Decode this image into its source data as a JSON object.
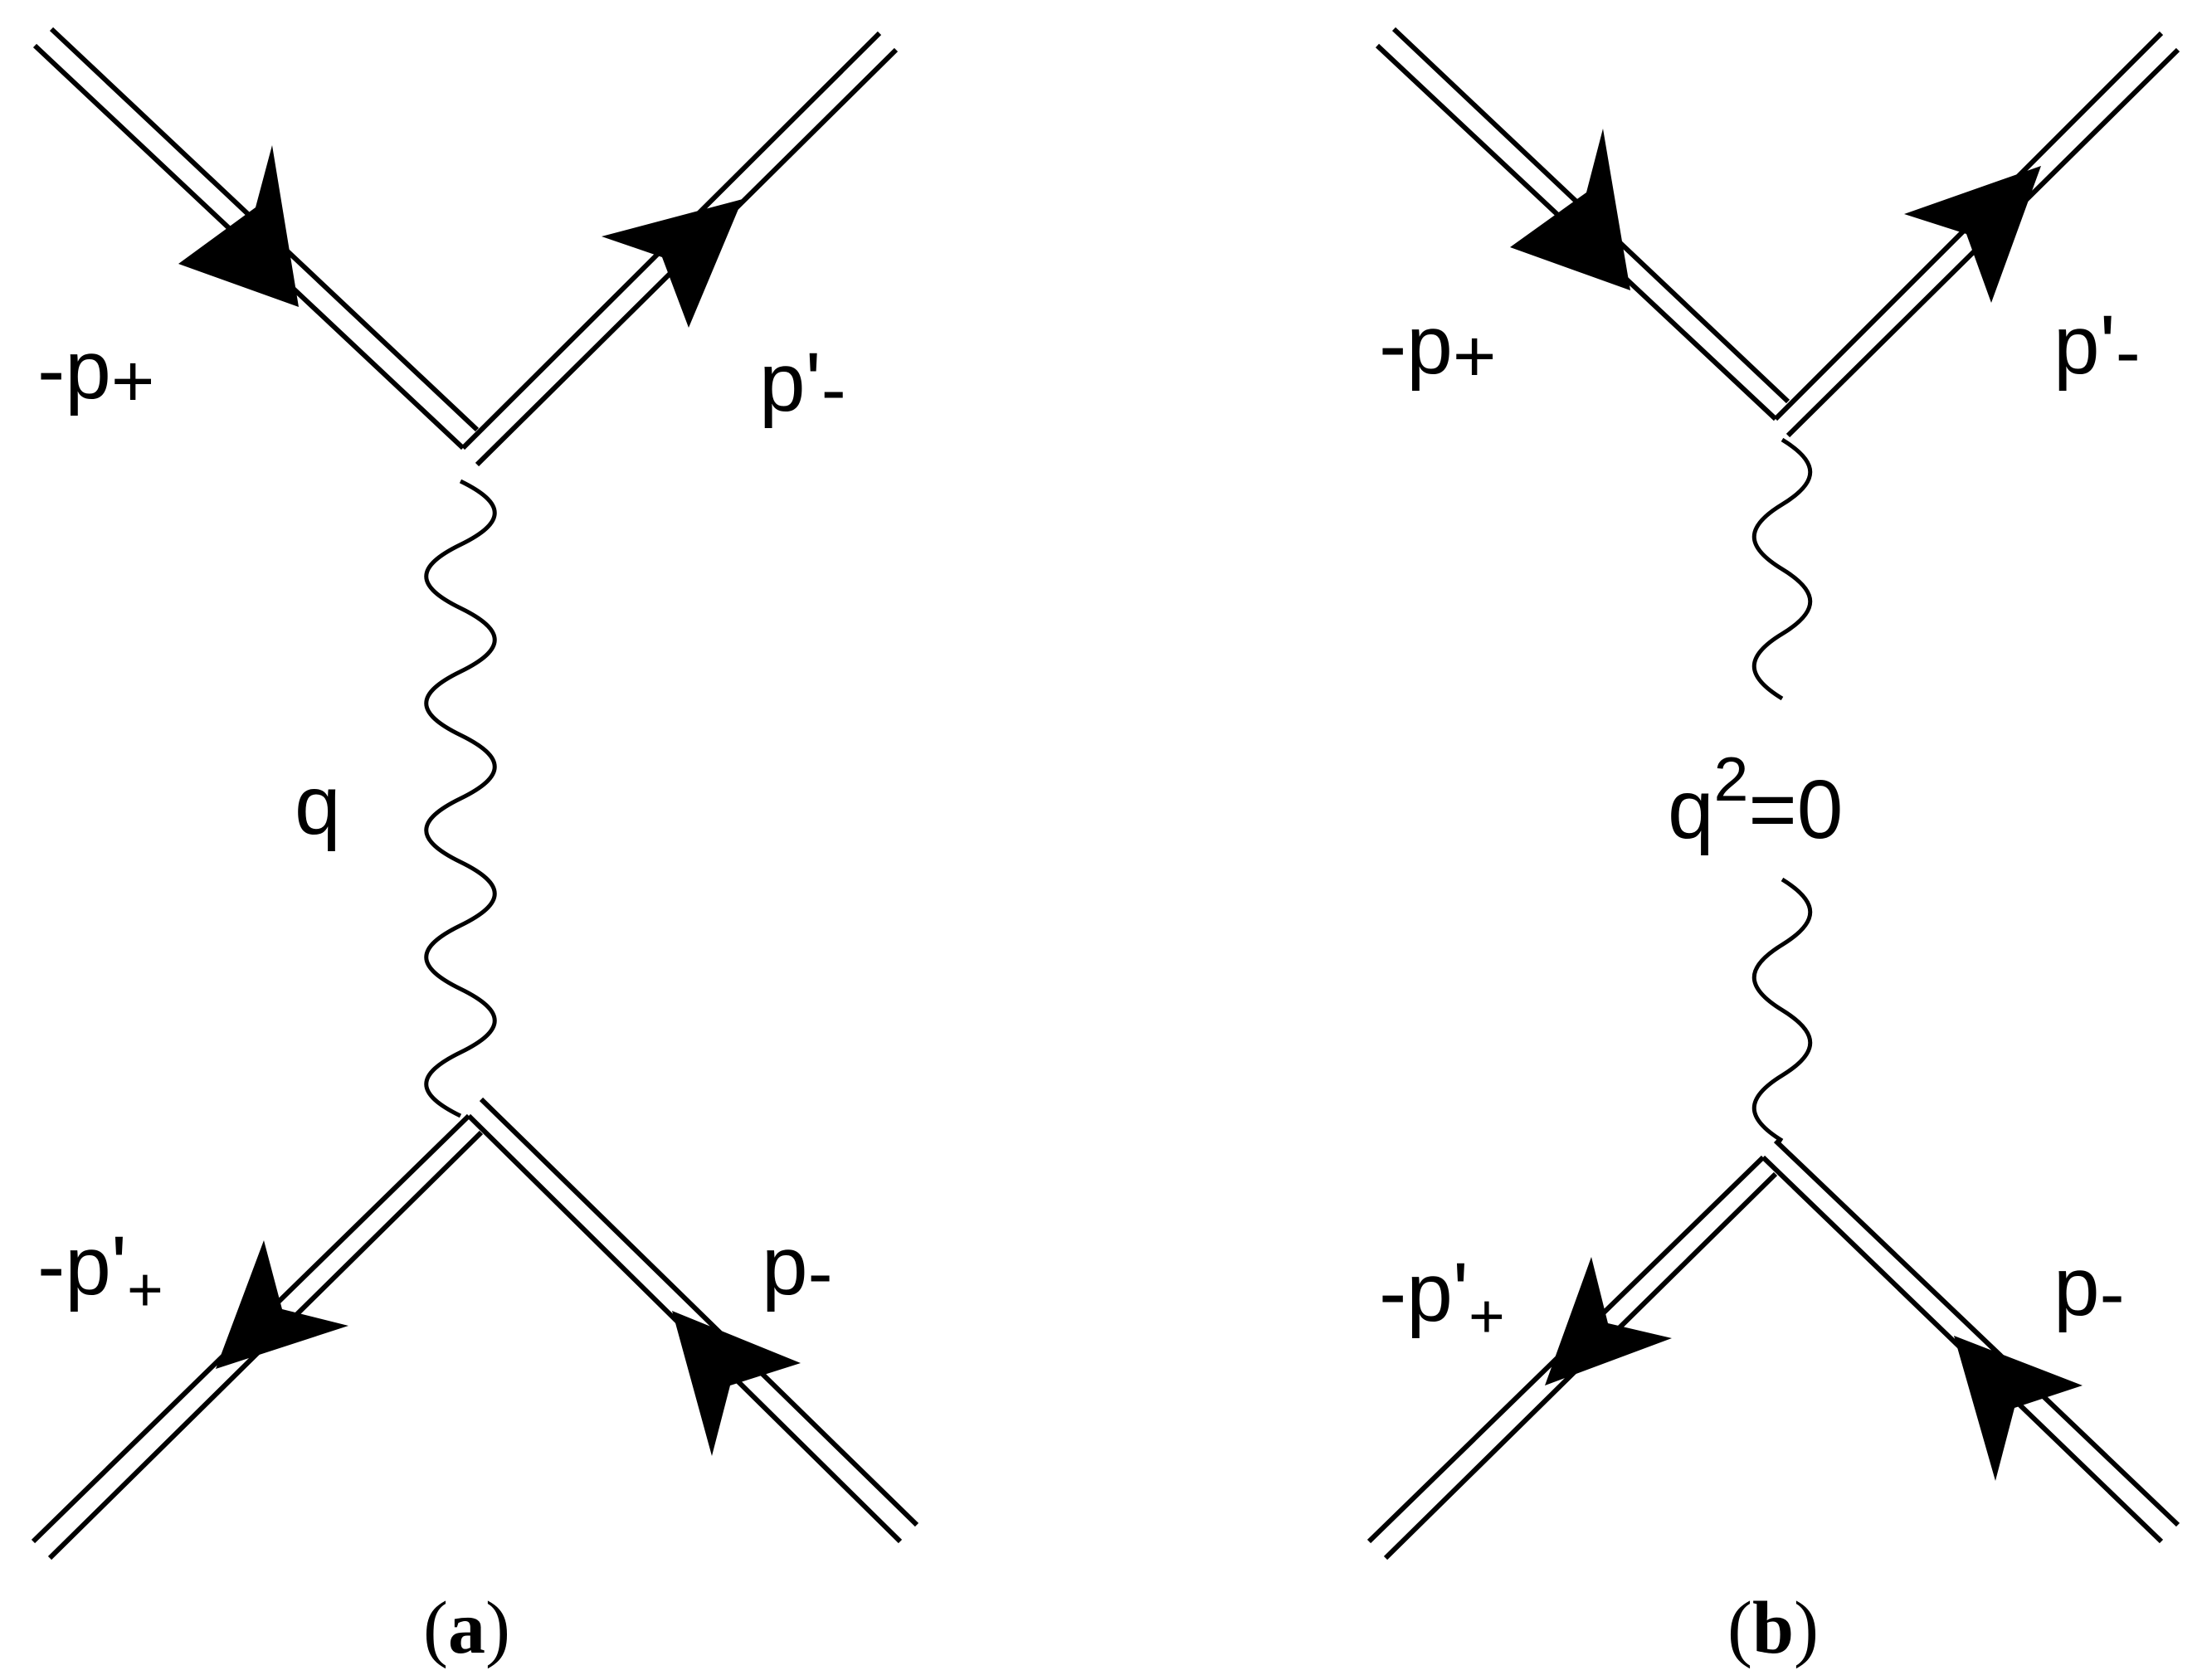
{
  "panels": [
    {
      "id": "a",
      "caption": {
        "open": "(",
        "letter": "a",
        "close": ")"
      },
      "labels": {
        "top_left": {
          "main": "-p",
          "sub": "+"
        },
        "top_right": {
          "main": "p'",
          "sub": "-"
        },
        "bottom_left": {
          "main": "-p'",
          "sub": "+"
        },
        "bottom_right": {
          "main": "p",
          "sub": "-"
        },
        "propagator": {
          "main": "q",
          "sup": "",
          "rest": ""
        }
      },
      "propagator_style": "continuous"
    },
    {
      "id": "b",
      "caption": {
        "open": "(",
        "letter": "b",
        "close": ")"
      },
      "labels": {
        "top_left": {
          "main": "-p",
          "sub": "+"
        },
        "top_right": {
          "main": "p'",
          "sub": "-"
        },
        "bottom_left": {
          "main": "-p'",
          "sub": "+"
        },
        "bottom_right": {
          "main": "p",
          "sub": "-"
        },
        "propagator": {
          "main": "q",
          "sup": "2",
          "rest": "=0"
        }
      },
      "propagator_style": "broken"
    }
  ],
  "colors": {
    "line": "#000000",
    "background": "#ffffff"
  }
}
